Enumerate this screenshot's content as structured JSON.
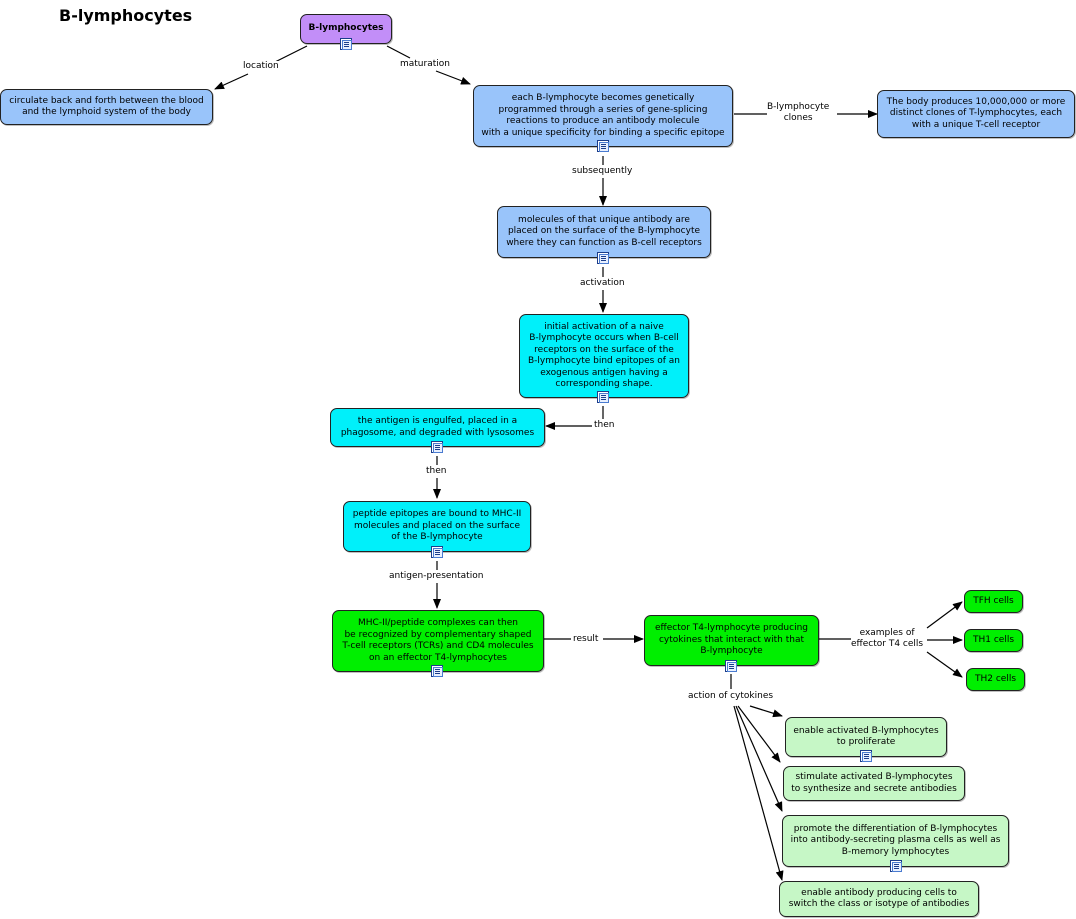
{
  "title": "B-lymphocytes",
  "nodes": {
    "root": "B-lymphocytes",
    "location_target": [
      "circulate back and forth between the blood",
      "and the lymphoid system of the body"
    ],
    "programmed": [
      "each B-lymphocyte becomes genetically",
      "programmed through a series of gene-splicing",
      "reactions to produce an antibody molecule",
      "with a unique specificity for binding a specific epitope"
    ],
    "clones": [
      "The body produces 10,000,000 or more",
      "distinct clones of T-lymphocytes, each",
      "with a unique T-cell receptor"
    ],
    "surface": [
      "molecules of that unique antibody are",
      "placed on the surface of the B-lymphocyte",
      "where they can function as B-cell receptors"
    ],
    "activation": [
      "initial activation of a naive",
      "B-lymphocyte occurs when B-cell",
      "receptors on the surface of the",
      "B-lymphocyte bind epitopes of an",
      "exogenous antigen having a",
      "corresponding shape."
    ],
    "engulfed": [
      "the antigen is engulfed, placed in a",
      "phagosome, and degraded with lysosomes"
    ],
    "epitopes": [
      "peptide epitopes are bound to MHC-II",
      "molecules and placed on the surface",
      "of the B-lymphocyte"
    ],
    "mhc": [
      "MHC-II/peptide complexes can then",
      "be recognized by complementary shaped",
      "T-cell receptors (TCRs) and CD4 molecules",
      "on an effector T4-lymphocytes"
    ],
    "effector": [
      "effector T4-lymphocyte producing",
      "cytokines that interact with that",
      "B-lymphocyte"
    ],
    "tfh": "TFH cells",
    "th1": "TH1 cells",
    "th2": "TH2 cells",
    "proliferate": [
      "enable activated B-lymphocytes",
      "to proliferate"
    ],
    "synthesize": [
      "stimulate activated B-lymphocytes",
      "to synthesize and secrete antibodies"
    ],
    "differentiate": [
      "promote the differentiation of B-lymphocytes",
      "into antibody-secreting plasma cells as well as",
      "B-memory lymphocytes"
    ],
    "switch": [
      "enable antibody producing cells to",
      "switch the class or isotype of antibodies"
    ]
  },
  "links": {
    "location": "location",
    "maturation": "maturation",
    "clones_label": [
      "B-lymphocyte",
      "clones"
    ],
    "subsequently": "subsequently",
    "activation": "activation",
    "then1": "then",
    "then2": "then",
    "antigen_presentation": "antigen-presentation",
    "result": "result",
    "examples": [
      "examples of",
      "effector T4 cells"
    ],
    "cytokines": "action of cytokines"
  }
}
